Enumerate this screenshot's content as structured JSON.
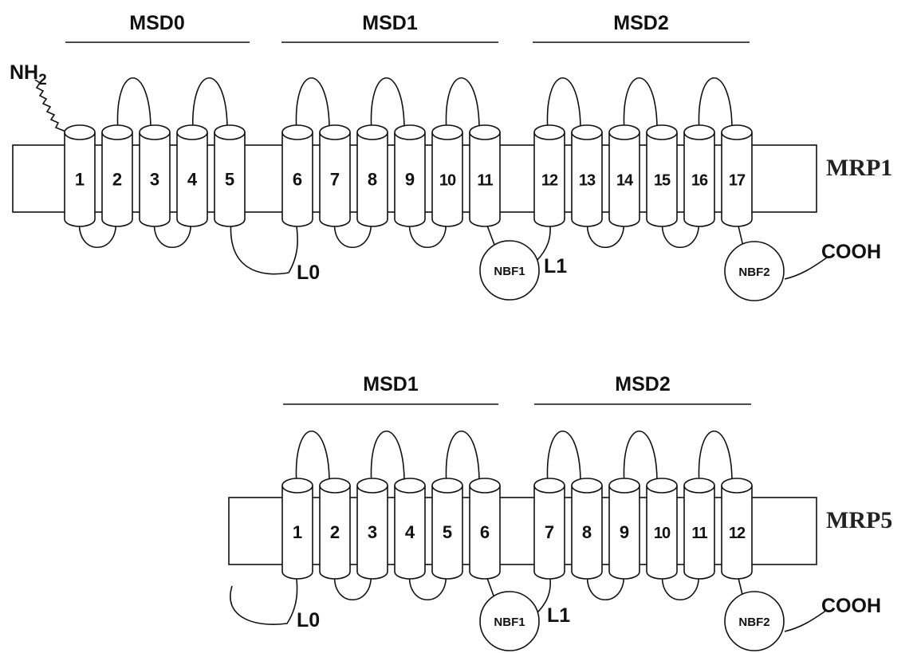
{
  "panels": [
    {
      "protein": "MRP1",
      "helix_labels": [
        "1",
        "2",
        "3",
        "4",
        "5",
        "6",
        "7",
        "8",
        "9",
        "10",
        "11",
        "12",
        "13",
        "14",
        "15",
        "16",
        "17"
      ],
      "domains": [
        {
          "label": "MSD0"
        },
        {
          "label": "MSD1"
        },
        {
          "label": "MSD2"
        }
      ],
      "n_terminus": {
        "label": "NH",
        "subscript": "2"
      },
      "c_terminus": {
        "label": "COOH"
      },
      "loops": [
        {
          "label": "L0"
        },
        {
          "label": "L1"
        }
      ],
      "nbf": [
        {
          "label": "NBF1"
        },
        {
          "label": "NBF2"
        }
      ]
    },
    {
      "protein": "MRP5",
      "helix_labels": [
        "1",
        "2",
        "3",
        "4",
        "5",
        "6",
        "7",
        "8",
        "9",
        "10",
        "11",
        "12"
      ],
      "domains": [
        {
          "label": "MSD1"
        },
        {
          "label": "MSD2"
        }
      ],
      "c_terminus": {
        "label": "COOH"
      },
      "loops": [
        {
          "label": "L0"
        },
        {
          "label": "L1"
        }
      ],
      "nbf": [
        {
          "label": "NBF1"
        },
        {
          "label": "NBF2"
        }
      ]
    }
  ]
}
